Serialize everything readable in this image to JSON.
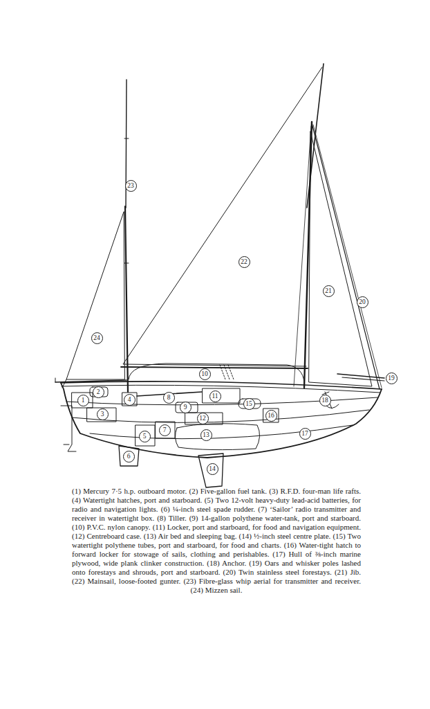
{
  "diagram": {
    "caption": "(1) Mercury 7·5 h.p. outboard motor. (2) Five-gallon fuel tank. (3) R.F.D. four-man life rafts. (4) Watertight hatches, port and starboard. (5) Two 12-volt heavy-duty lead-acid batteries, for radio and navigation lights. (6) ¼-inch steel spade rudder. (7) ‘Sailor’ radio transmitter and receiver in watertight box. (8) Tiller. (9) 14-gallon polythene water-tank, port and starboard. (10) P.V.C. nylon canopy. (11) Locker, port and starboard, for food and navigation equipment. (12) Centreboard case. (13) Air bed and sleeping bag. (14) ½-inch steel centre plate. (15) Two watertight polythene tubes, port and starboard, for food and charts. (16) Water-tight hatch to forward locker for stowage of sails, clothing and perishables. (17) Hull of ⅜-inch marine plywood, wide plank clinker construction. (18) Anchor. (19) Oars and whisker poles lashed onto forestays and shrouds, port and starboard. (20) Twin stainless steel forestays. (21) Jib. (22) Mainsail, loose-footed gunter. (23) Fibre-glass whip aerial for transmitter and receiver. (24) Mizzen sail.",
    "labels": [
      "1",
      "2",
      "3",
      "4",
      "5",
      "6",
      "7",
      "8",
      "9",
      "10",
      "11",
      "12",
      "13",
      "14",
      "15",
      "16",
      "17",
      "18",
      "19",
      "20",
      "21",
      "22",
      "23",
      "24"
    ]
  }
}
